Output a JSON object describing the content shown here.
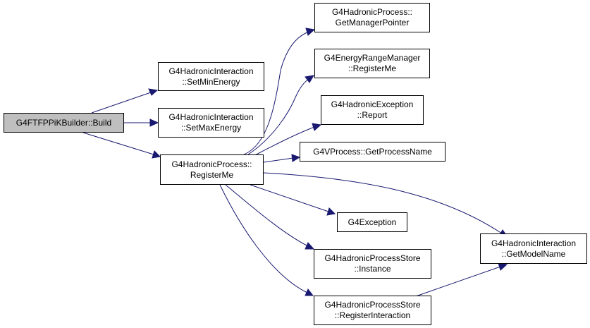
{
  "colors": {
    "edge": "#191970",
    "root_fill": "#bfbfbf",
    "node_fill": "#ffffff",
    "border": "#000000"
  },
  "nodes": {
    "build": {
      "line1": "G4FTFPPiKBuilder::Build",
      "line2": ""
    },
    "set_min_energy": {
      "line1": "G4HadronicInteraction",
      "line2": "::SetMinEnergy"
    },
    "set_max_energy": {
      "line1": "G4HadronicInteraction",
      "line2": "::SetMaxEnergy"
    },
    "register_me": {
      "line1": "G4HadronicProcess::",
      "line2": "RegisterMe"
    },
    "get_manager_pointer": {
      "line1": "G4HadronicProcess::",
      "line2": "GetManagerPointer"
    },
    "energy_range_register_me": {
      "line1": "G4EnergyRangeManager",
      "line2": "::RegisterMe"
    },
    "exception_report": {
      "line1": "G4HadronicException",
      "line2": "::Report"
    },
    "get_process_name": {
      "line1": "G4VProcess::GetProcessName",
      "line2": ""
    },
    "g4exception": {
      "line1": "G4Exception",
      "line2": ""
    },
    "store_instance": {
      "line1": "G4HadronicProcessStore",
      "line2": "::Instance"
    },
    "store_register_interaction": {
      "line1": "G4HadronicProcessStore",
      "line2": "::RegisterInteraction"
    },
    "get_model_name": {
      "line1": "G4HadronicInteraction",
      "line2": "::GetModelName"
    }
  }
}
